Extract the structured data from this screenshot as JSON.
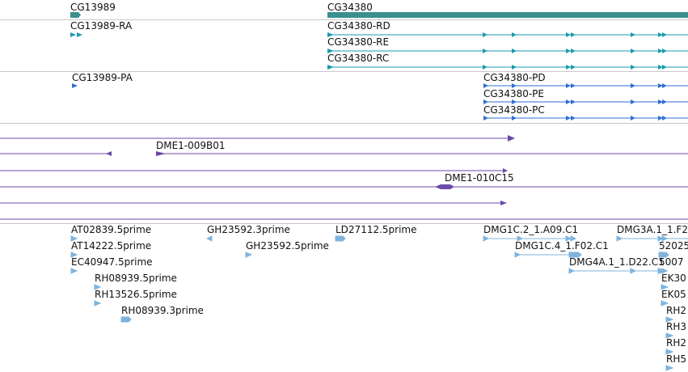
{
  "colors": {
    "gene": "#3a8f8f",
    "transcript": "#1a9ab0",
    "protein": "#2f6fd1",
    "clone": "#6b4aa8",
    "est": "#7fb4de",
    "separator": "#c8c8c8"
  },
  "genes_track": {
    "genes": [
      {
        "label": "CG13989"
      },
      {
        "label": "CG34380"
      }
    ]
  },
  "transcripts_track": {
    "transcripts": [
      {
        "label": "CG13989-RA"
      },
      {
        "label": "CG34380-RD"
      },
      {
        "label": "CG34380-RE"
      },
      {
        "label": "CG34380-RC"
      }
    ]
  },
  "proteins_track": {
    "proteins": [
      {
        "label": "CG13989-PA"
      },
      {
        "label": "CG34380-PD"
      },
      {
        "label": "CG34380-PE"
      },
      {
        "label": "CG34380-PC"
      }
    ]
  },
  "clones_track": {
    "clones": [
      {
        "label": "DME1-009B01"
      },
      {
        "label": "DME1-010C15"
      }
    ]
  },
  "est_track": {
    "ests": [
      {
        "label": "AT02839.5prime"
      },
      {
        "label": "AT14222.5prime"
      },
      {
        "label": "EC40947.5prime"
      },
      {
        "label": "RH08939.5prime"
      },
      {
        "label": "RH13526.5prime"
      },
      {
        "label": "RH08939.3prime"
      },
      {
        "label": "GH23592.3prime"
      },
      {
        "label": "GH23592.5prime"
      },
      {
        "label": "LD27112.5prime"
      },
      {
        "label": "DMG1C.2_1.A09.C1"
      },
      {
        "label": "DMG1C.4_1.F02.C1"
      },
      {
        "label": "DMG4A.1_1.D22.C1"
      },
      {
        "label": "DMG3A.1_1.F2"
      },
      {
        "label": "52025"
      },
      {
        "label": "5007"
      },
      {
        "label": "EK30"
      },
      {
        "label": "EK05"
      },
      {
        "label": "RH2"
      },
      {
        "label": "RH3"
      },
      {
        "label": "RH2"
      },
      {
        "label": "RH5"
      }
    ]
  }
}
